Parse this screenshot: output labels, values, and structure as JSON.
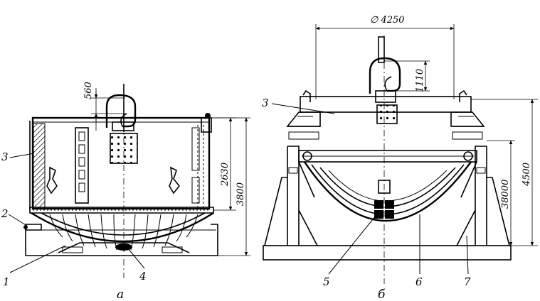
{
  "figure": {
    "panels": {
      "a": {
        "caption": "а",
        "dimensions": {
          "d560": "560",
          "d2630": "2630",
          "d3800": "3800"
        },
        "callouts": {
          "c1": "1",
          "c2": "2",
          "c3": "3",
          "c4": "4"
        }
      },
      "b": {
        "caption": "б",
        "dimensions": {
          "diameter": "∅ 4250",
          "d1110": "1110",
          "d38000": "38000",
          "d4500": "4500"
        },
        "callouts": {
          "c3": "3",
          "c5": "5",
          "c6": "6",
          "c7": "7"
        }
      }
    }
  }
}
